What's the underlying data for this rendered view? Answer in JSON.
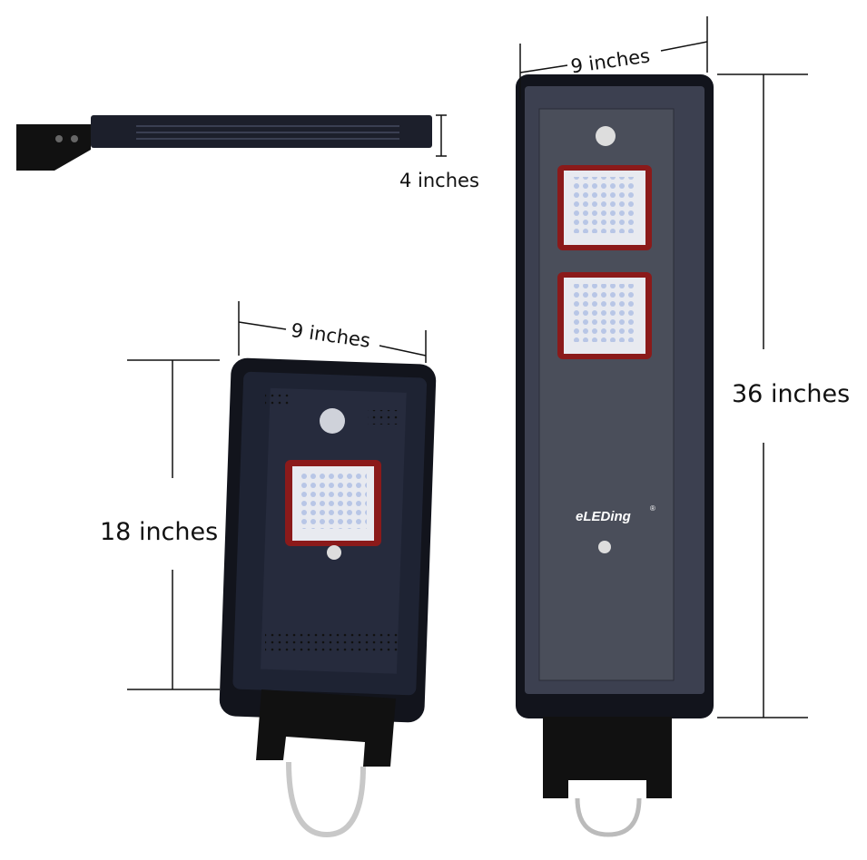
{
  "dimensions": {
    "side_height": "4 inches",
    "large_width": "9 inches",
    "large_height": "36 inches",
    "small_width": "9 inches",
    "small_height": "18 inches"
  },
  "brand": {
    "logo_text": "eLEDing",
    "registered_mark": "®"
  },
  "colors": {
    "body": "#1e2333",
    "panel": "#4a4e5a",
    "led_frame": "#8b1a1a",
    "led_board": "#e8eaf0",
    "bracket": "#111111"
  }
}
